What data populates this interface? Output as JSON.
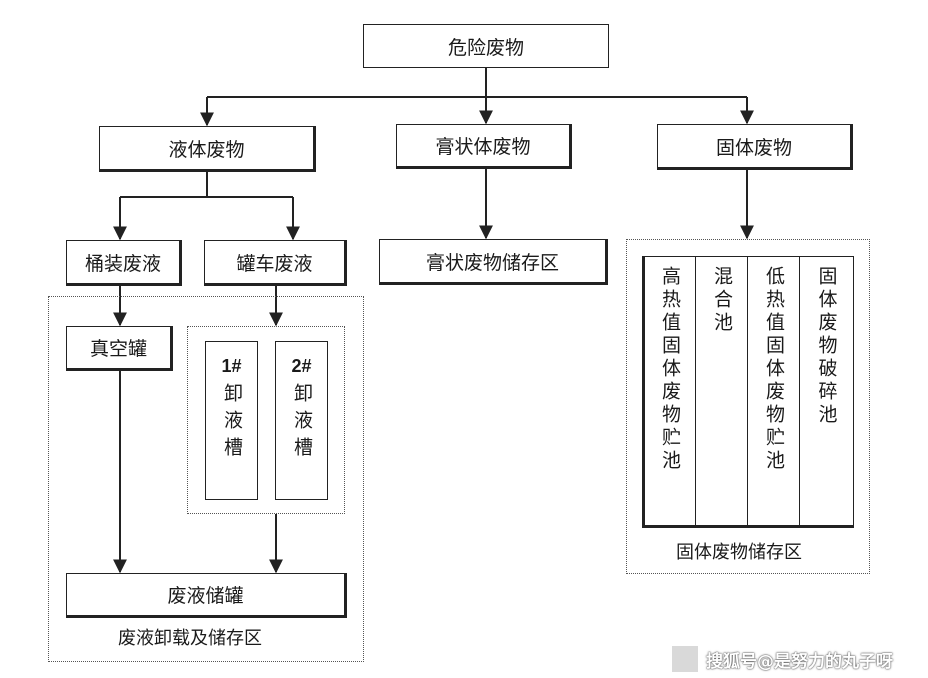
{
  "root": "危险废物",
  "categories": {
    "liquid": "液体废物",
    "paste": "膏状体废物",
    "solid": "固体废物"
  },
  "liquid": {
    "drum": "桶装废液",
    "tanker": "罐车废液",
    "vacuum_tank": "真空罐",
    "tank1_num": "1#",
    "tank1_label": "卸液槽",
    "tank2_num": "2#",
    "tank2_label": "卸液槽",
    "storage_tank": "废液储罐",
    "area": "废液卸载及储存区"
  },
  "paste": {
    "storage": "膏状废物储存区"
  },
  "solid": {
    "pools": [
      "高热值固体废物贮池",
      "混合池",
      "低热值固体废物贮池",
      "固体废物破碎池"
    ],
    "area": "固体废物储存区"
  },
  "watermark": "搜狐号@是努力的丸子呀"
}
